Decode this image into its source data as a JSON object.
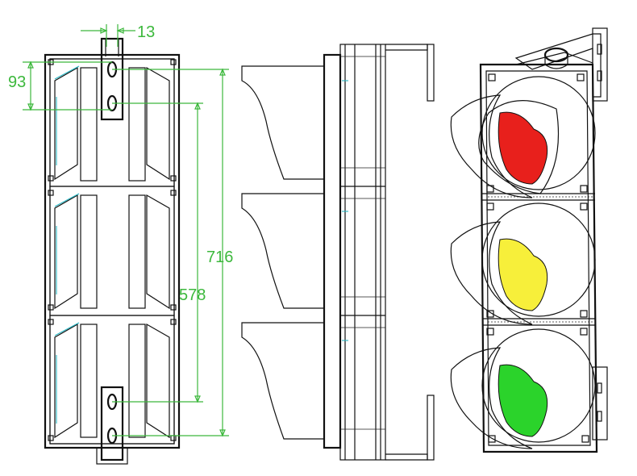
{
  "dimensions": {
    "bolt_width": "13",
    "top_hole_spacing": "93",
    "mount_hole_spacing": "578",
    "total_height": "716"
  },
  "colors": {
    "dimension": "#3cb83c",
    "red_lens": "#e8201c",
    "yellow_lens": "#f7ef3a",
    "green_lens": "#2bd32b",
    "outline": "#111111"
  }
}
